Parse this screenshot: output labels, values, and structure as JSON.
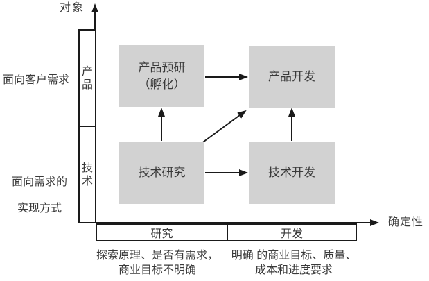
{
  "colors": {
    "background": "#ffffff",
    "box_fill": "#d2d2d2",
    "line": "#1a1a1a",
    "text": "#3a3a3a"
  },
  "y_axis": {
    "label": "对象"
  },
  "x_axis": {
    "label": "确定性"
  },
  "left_labels": {
    "product_row": "面向客户需求",
    "tech_row_line1": "面向需求的",
    "tech_row_line2": "实现方式"
  },
  "y_cells": {
    "product": "产品",
    "technology": "技术"
  },
  "boxes": {
    "product_preresearch_line1": "产品预研",
    "product_preresearch_line2": "（孵化）",
    "product_development": "产品开发",
    "technology_research": "技术研究",
    "technology_development": "技术开发"
  },
  "x_cells": {
    "research": "研究",
    "development": "开发"
  },
  "annotations": {
    "research_line1": "探索原理、是否有需求，",
    "research_line2": "商业目标不明确",
    "development_line1": "明确 的商业目标、质量、",
    "development_line2": "成本和进度要求"
  }
}
